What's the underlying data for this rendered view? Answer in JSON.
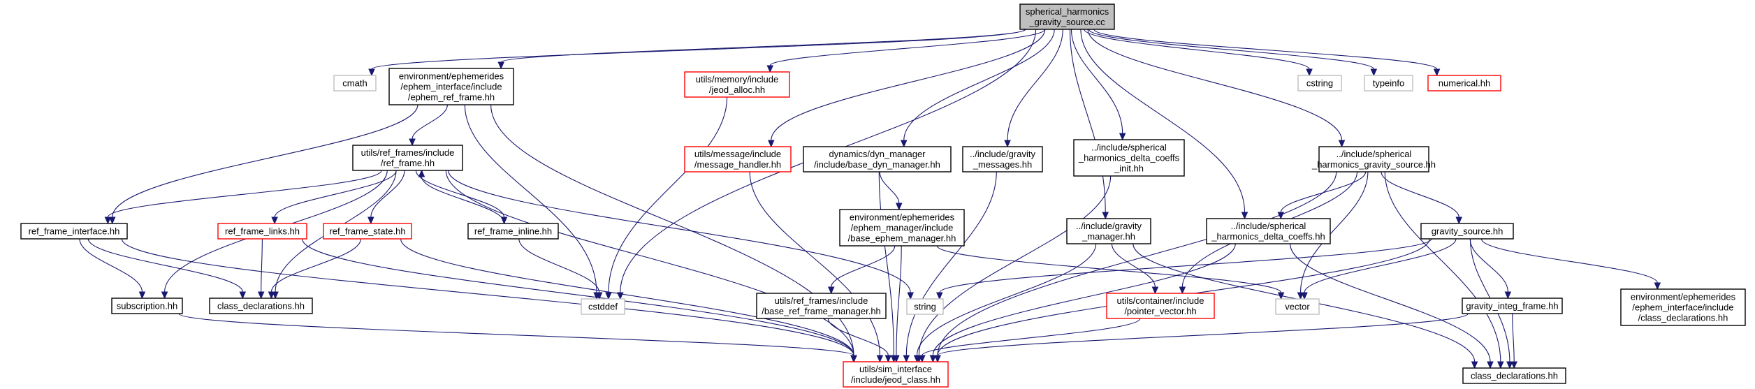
{
  "colors": {
    "edge": "#191970",
    "root_fill": "#bfbfbf",
    "root_border": "#000000",
    "normal_border": "#000000",
    "missing_border": "#ff0000",
    "system_border": "#bfbfbf",
    "node_fill": "#ffffff"
  },
  "nodes": [
    {
      "id": "root",
      "lines": [
        "spherical_harmonics",
        "_gravity_source.cc"
      ],
      "kind": "root"
    },
    {
      "id": "cmath",
      "lines": [
        "cmath"
      ],
      "kind": "system"
    },
    {
      "id": "ephem_ref_frame",
      "lines": [
        "environment/ephemerides",
        "/ephem_interface/include",
        "/ephem_ref_frame.hh"
      ],
      "kind": "normal"
    },
    {
      "id": "jeod_alloc",
      "lines": [
        "utils/memory/include",
        "/jeod_alloc.hh"
      ],
      "kind": "missing"
    },
    {
      "id": "cstring",
      "lines": [
        "cstring"
      ],
      "kind": "system"
    },
    {
      "id": "typeinfo",
      "lines": [
        "typeinfo"
      ],
      "kind": "system"
    },
    {
      "id": "numerical",
      "lines": [
        "numerical.hh"
      ],
      "kind": "missing"
    },
    {
      "id": "ref_frame",
      "lines": [
        "utils/ref_frames/include",
        "/ref_frame.hh"
      ],
      "kind": "normal"
    },
    {
      "id": "message_handler",
      "lines": [
        "utils/message/include",
        "/message_handler.hh"
      ],
      "kind": "missing"
    },
    {
      "id": "base_dyn_manager",
      "lines": [
        "dynamics/dyn_manager",
        "/include/base_dyn_manager.hh"
      ],
      "kind": "normal"
    },
    {
      "id": "gravity_messages",
      "lines": [
        "../include/gravity",
        "_messages.hh"
      ],
      "kind": "normal"
    },
    {
      "id": "delta_coeffs_init",
      "lines": [
        "../include/spherical",
        "_harmonics_delta_coeffs",
        "_init.hh"
      ],
      "kind": "normal"
    },
    {
      "id": "sh_gravity_source",
      "lines": [
        "../include/spherical",
        "_harmonics_gravity_source.hh"
      ],
      "kind": "normal"
    },
    {
      "id": "ref_frame_interface",
      "lines": [
        "ref_frame_interface.hh"
      ],
      "kind": "normal"
    },
    {
      "id": "ref_frame_links",
      "lines": [
        "ref_frame_links.hh"
      ],
      "kind": "missing"
    },
    {
      "id": "ref_frame_state",
      "lines": [
        "ref_frame_state.hh"
      ],
      "kind": "missing"
    },
    {
      "id": "ref_frame_inline",
      "lines": [
        "ref_frame_inline.hh"
      ],
      "kind": "normal"
    },
    {
      "id": "base_ephem_manager",
      "lines": [
        "environment/ephemerides",
        "/ephem_manager/include",
        "/base_ephem_manager.hh"
      ],
      "kind": "normal"
    },
    {
      "id": "gravity_manager",
      "lines": [
        "../include/gravity",
        "_manager.hh"
      ],
      "kind": "normal"
    },
    {
      "id": "delta_coeffs",
      "lines": [
        "../include/spherical",
        "_harmonics_delta_coeffs.hh"
      ],
      "kind": "normal"
    },
    {
      "id": "gravity_source",
      "lines": [
        "gravity_source.hh"
      ],
      "kind": "normal"
    },
    {
      "id": "subscription",
      "lines": [
        "subscription.hh"
      ],
      "kind": "normal"
    },
    {
      "id": "class_declarations_rf",
      "lines": [
        "class_declarations.hh"
      ],
      "kind": "normal"
    },
    {
      "id": "cstddef",
      "lines": [
        "cstddef"
      ],
      "kind": "system"
    },
    {
      "id": "string",
      "lines": [
        "string"
      ],
      "kind": "system"
    },
    {
      "id": "vector",
      "lines": [
        "vector"
      ],
      "kind": "system"
    },
    {
      "id": "base_ref_frame_manager",
      "lines": [
        "utils/ref_frames/include",
        "/base_ref_frame_manager.hh"
      ],
      "kind": "normal"
    },
    {
      "id": "pointer_vector",
      "lines": [
        "utils/container/include",
        "/pointer_vector.hh"
      ],
      "kind": "missing"
    },
    {
      "id": "gravity_integ_frame",
      "lines": [
        "gravity_integ_frame.hh"
      ],
      "kind": "normal"
    },
    {
      "id": "ephem_class_declarations",
      "lines": [
        "environment/ephemerides",
        "/ephem_interface/include",
        "/class_declarations.hh"
      ],
      "kind": "normal"
    },
    {
      "id": "jeod_class",
      "lines": [
        "utils/sim_interface",
        "/include/jeod_class.hh"
      ],
      "kind": "missing"
    },
    {
      "id": "class_declarations_grav",
      "lines": [
        "class_declarations.hh"
      ],
      "kind": "normal"
    }
  ],
  "edges": [
    [
      "root",
      "cmath"
    ],
    [
      "root",
      "ephem_ref_frame"
    ],
    [
      "root",
      "jeod_alloc"
    ],
    [
      "root",
      "cstring"
    ],
    [
      "root",
      "typeinfo"
    ],
    [
      "root",
      "numerical"
    ],
    [
      "root",
      "message_handler"
    ],
    [
      "root",
      "base_dyn_manager"
    ],
    [
      "root",
      "gravity_messages"
    ],
    [
      "root",
      "delta_coeffs_init"
    ],
    [
      "root",
      "sh_gravity_source"
    ],
    [
      "root",
      "gravity_manager"
    ],
    [
      "root",
      "delta_coeffs"
    ],
    [
      "root",
      "cstddef"
    ],
    [
      "ephem_ref_frame",
      "ref_frame"
    ],
    [
      "ephem_ref_frame",
      "ref_frame_interface"
    ],
    [
      "ephem_ref_frame",
      "cstddef"
    ],
    [
      "ephem_ref_frame",
      "jeod_class"
    ],
    [
      "jeod_alloc",
      "cstddef"
    ],
    [
      "ref_frame",
      "ref_frame_interface"
    ],
    [
      "ref_frame",
      "ref_frame_links"
    ],
    [
      "ref_frame",
      "ref_frame_state"
    ],
    [
      "ref_frame",
      "ref_frame_inline"
    ],
    [
      "ref_frame",
      "subscription"
    ],
    [
      "ref_frame",
      "class_declarations_rf"
    ],
    [
      "ref_frame",
      "string"
    ],
    [
      "ref_frame",
      "jeod_class"
    ],
    [
      "ref_frame_inline",
      "ref_frame"
    ],
    [
      "ref_frame_inline",
      "cstddef"
    ],
    [
      "ref_frame_interface",
      "subscription"
    ],
    [
      "ref_frame_interface",
      "class_declarations_rf"
    ],
    [
      "ref_frame_interface",
      "jeod_class"
    ],
    [
      "ref_frame_links",
      "class_declarations_rf"
    ],
    [
      "ref_frame_links",
      "jeod_class"
    ],
    [
      "ref_frame_state",
      "class_declarations_rf"
    ],
    [
      "ref_frame_state",
      "jeod_class"
    ],
    [
      "subscription",
      "jeod_class"
    ],
    [
      "message_handler",
      "jeod_class"
    ],
    [
      "base_dyn_manager",
      "base_ephem_manager"
    ],
    [
      "base_dyn_manager",
      "jeod_class"
    ],
    [
      "base_ephem_manager",
      "base_ref_frame_manager"
    ],
    [
      "base_ephem_manager",
      "vector"
    ],
    [
      "base_ephem_manager",
      "jeod_class"
    ],
    [
      "base_ref_frame_manager",
      "jeod_class"
    ],
    [
      "gravity_messages",
      "jeod_class"
    ],
    [
      "delta_coeffs_init",
      "jeod_class"
    ],
    [
      "gravity_manager",
      "pointer_vector"
    ],
    [
      "gravity_manager",
      "jeod_class"
    ],
    [
      "gravity_manager",
      "class_declarations_grav"
    ],
    [
      "pointer_vector",
      "jeod_class"
    ],
    [
      "sh_gravity_source",
      "delta_coeffs"
    ],
    [
      "sh_gravity_source",
      "gravity_source"
    ],
    [
      "sh_gravity_source",
      "pointer_vector"
    ],
    [
      "sh_gravity_source",
      "vector"
    ],
    [
      "sh_gravity_source",
      "jeod_class"
    ],
    [
      "sh_gravity_source",
      "class_declarations_grav"
    ],
    [
      "delta_coeffs",
      "jeod_class"
    ],
    [
      "delta_coeffs",
      "class_declarations_grav"
    ],
    [
      "gravity_source",
      "string"
    ],
    [
      "gravity_source",
      "vector"
    ],
    [
      "gravity_source",
      "gravity_integ_frame"
    ],
    [
      "gravity_source",
      "ephem_class_declarations"
    ],
    [
      "gravity_source",
      "jeod_class"
    ],
    [
      "gravity_source",
      "class_declarations_grav"
    ],
    [
      "gravity_integ_frame",
      "jeod_class"
    ],
    [
      "gravity_integ_frame",
      "class_declarations_grav"
    ]
  ]
}
